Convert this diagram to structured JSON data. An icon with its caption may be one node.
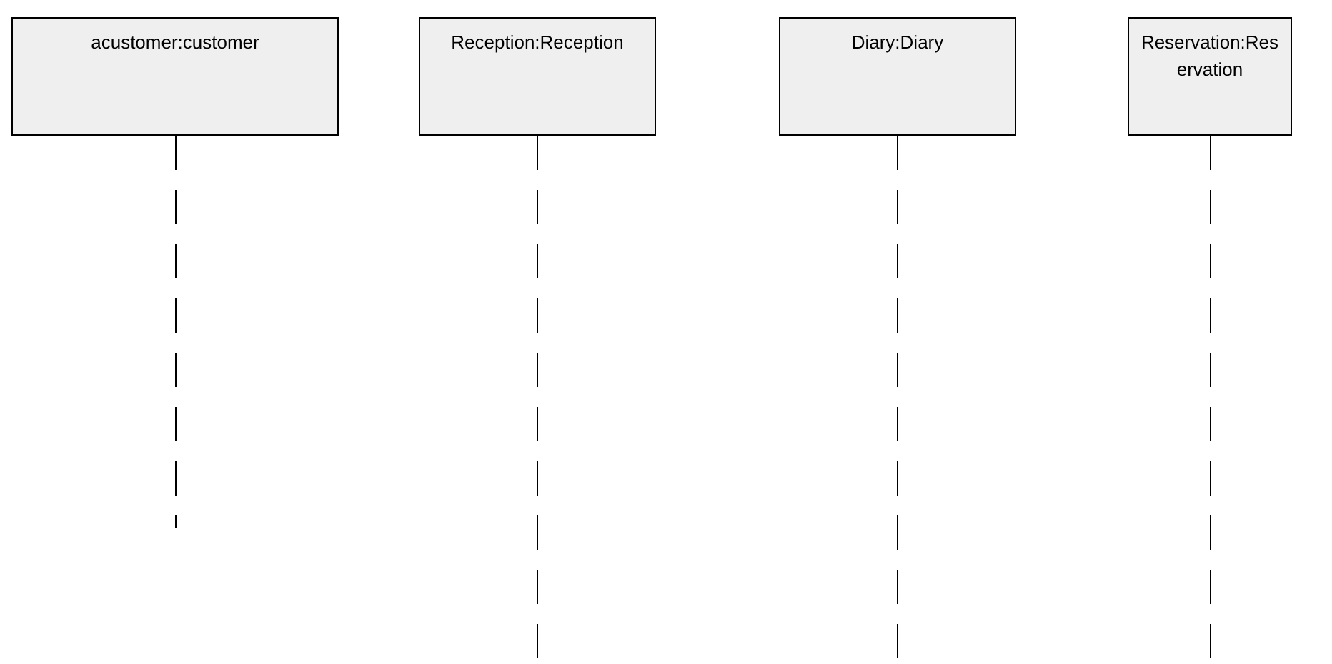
{
  "diagram": {
    "nodes": [
      {
        "text": [
          "acustomer:customer"
        ]
      },
      {
        "text": [
          "Reception:Reception"
        ]
      },
      {
        "text": [
          "Diary:Diary"
        ]
      },
      {
        "text": [
          "Reservation:Reservation"
        ]
      }
    ]
  }
}
